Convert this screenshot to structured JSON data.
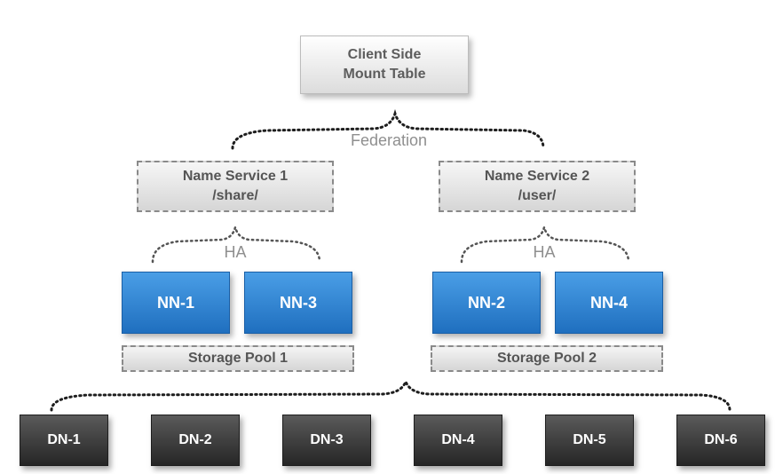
{
  "mount_table": {
    "line1": "Client Side",
    "line2": "Mount Table"
  },
  "federation_label": "Federation",
  "name_services": [
    {
      "title": "Name Service 1",
      "path": "/share/"
    },
    {
      "title": "Name Service 2",
      "path": "/user/"
    }
  ],
  "ha_labels": [
    "HA",
    "HA"
  ],
  "namenodes": [
    "NN-1",
    "NN-3",
    "NN-2",
    "NN-4"
  ],
  "storage_pools": [
    "Storage Pool 1",
    "Storage Pool 2"
  ],
  "datanodes": [
    "DN-1",
    "DN-2",
    "DN-3",
    "DN-4",
    "DN-5",
    "DN-6"
  ],
  "colors": {
    "namenode_blue": "#2b7fd0",
    "datanode_dark": "#3a3a3a",
    "label_grey": "#8f8f8f"
  }
}
